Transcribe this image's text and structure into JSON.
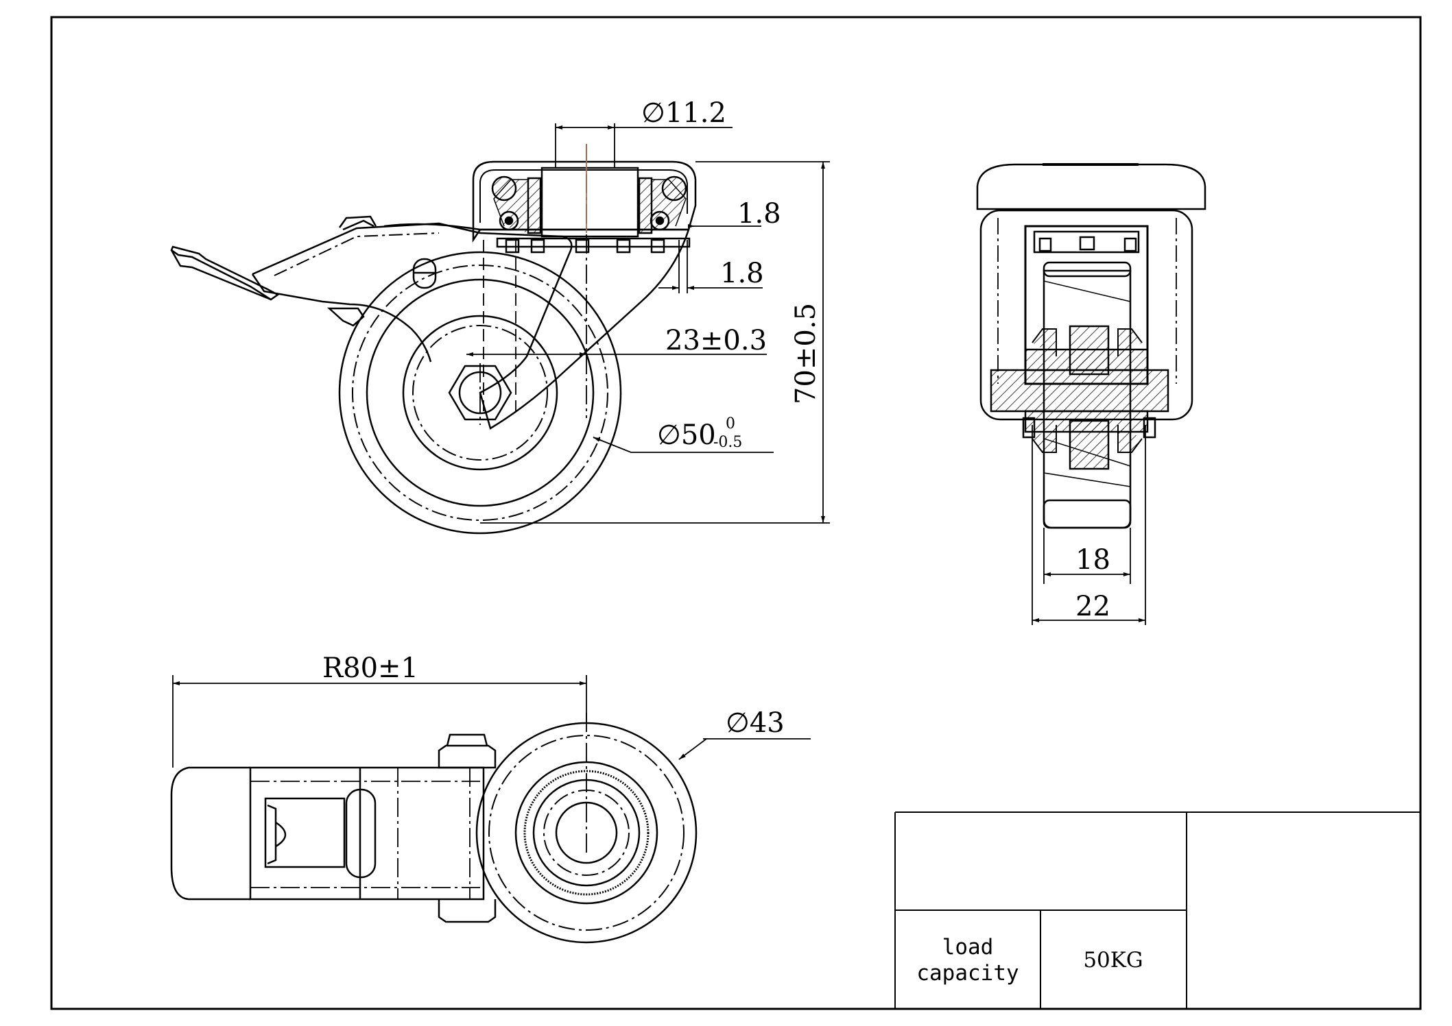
{
  "dimensions": {
    "hole_diameter": "11.2",
    "thickness_upper": "1.8",
    "thickness_lower": "1.8",
    "offset": "23±0.3",
    "height": "70±0.5",
    "wheel_diameter": "50",
    "wheel_tol_upper": "0",
    "wheel_tol_lower": "-0.5",
    "wheel_width": "18",
    "overall_width": "22",
    "swivel_radius": "R80±1",
    "top_view_diameter": "43"
  },
  "title_block": {
    "load_label_line1": "load",
    "load_label_line2": "capacity",
    "load_value": "50KG"
  },
  "colors": {
    "line": "#000000",
    "background": "#ffffff"
  }
}
